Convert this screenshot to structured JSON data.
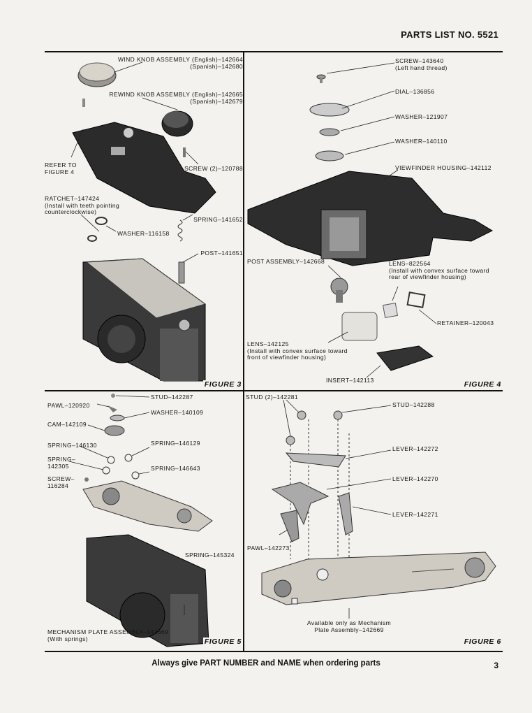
{
  "header": {
    "title": "PARTS LIST NO. 5521"
  },
  "figures": {
    "fig3": {
      "caption": "FIGURE 3",
      "wind_knob": {
        "line1": "WIND KNOB ASSEMBLY (English)–142664",
        "line2": "(Spanish)–142680"
      },
      "rewind_knob": {
        "line1": "REWIND KNOB ASSEMBLY (English)–142665",
        "line2": "(Spanish)–142679"
      },
      "refer": {
        "line1": "REFER TO",
        "line2": "FIGURE 4"
      },
      "screw": "SCREW (2)–120788",
      "ratchet": {
        "line1": "RATCHET–147424",
        "line2": "(Install with teeth pointing",
        "line3": "counterclockwise)"
      },
      "washer": "WASHER–116158",
      "spring": "SPRING–141652",
      "post": "POST–141651"
    },
    "fig4": {
      "caption": "FIGURE 4",
      "screw": {
        "line1": "SCREW–143640",
        "line2": "(Left hand thread)"
      },
      "dial": "DIAL–136856",
      "washer1": "WASHER–121907",
      "washer2": "WASHER–140110",
      "viewfinder": "VIEWFINDER HOUSING–142112",
      "post_assembly": "POST ASSEMBLY–142668",
      "lens1": {
        "line1": "LENS–822564",
        "line2": "(Install with convex surface toward",
        "line3": "rear of viewfinder housing)"
      },
      "retainer": "RETAINER–120043",
      "lens2": {
        "line1": "LENS–142125",
        "line2": "(Install with convex surface toward",
        "line3": "front of viewfinder housing)"
      },
      "insert": "INSERT–142113"
    },
    "fig5": {
      "caption": "FIGURE 5",
      "pawl": "PAWL–120920",
      "stud": "STUD–142287",
      "washer": "WASHER–140109",
      "cam": "CAM–142109",
      "spring1": "SPRING–146130",
      "spring2": "SPRING–146129",
      "spring3": {
        "line1": "SPRING–",
        "line2": "142305"
      },
      "spring4": "SPRING–146643",
      "screw": {
        "line1": "SCREW–",
        "line2": "116284"
      },
      "spring5": "SPRING–145324",
      "mechanism": {
        "line1": "MECHANISM PLATE ASSEMBLY–142669",
        "line2": "(With springs)"
      }
    },
    "fig6": {
      "caption": "FIGURE 6",
      "stud1": "STUD (2)–142281",
      "stud2": "STUD–142288",
      "lever1": "LEVER–142272",
      "lever2": "LEVER–142270",
      "lever3": "LEVER–142271",
      "pawl": "PAWL–142273",
      "note": {
        "line1": "Available only as Mechanism",
        "line2": "Plate Assembly–142669"
      }
    }
  },
  "footer": {
    "notice": "Always give PART NUMBER and NAME when ordering parts",
    "page": "3"
  }
}
